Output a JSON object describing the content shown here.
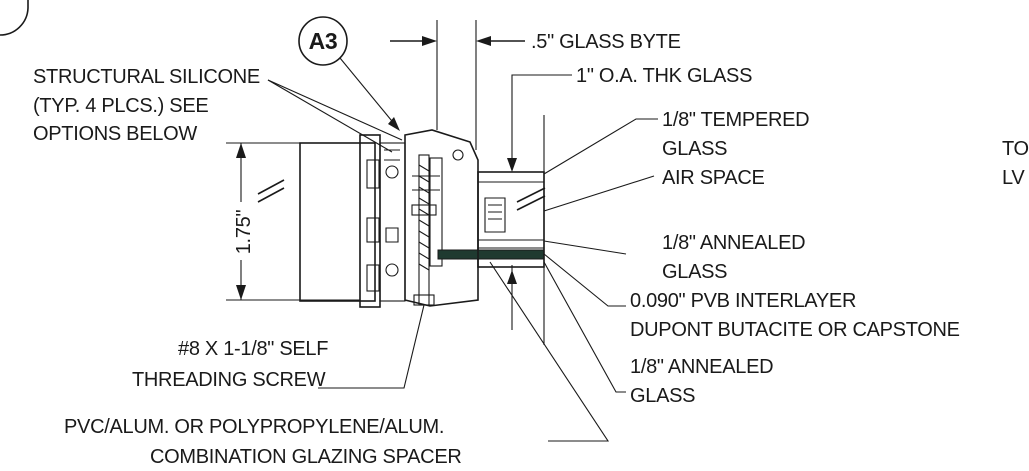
{
  "detail_marker": "A3",
  "dimension": "1.75\"",
  "labels": {
    "glass_byte": ".5\" GLASS BYTE",
    "oa_thk_glass": "1\" O.A. THK GLASS",
    "structural_silicone": [
      "STRUCTURAL SILICONE",
      "(TYP. 4 PLCS.) SEE",
      "OPTIONS BELOW"
    ],
    "tempered_glass": [
      "1/8\" TEMPERED",
      "GLASS"
    ],
    "air_space": "AIR SPACE",
    "annealed_glass_top": [
      "1/8\" ANNEALED",
      "GLASS"
    ],
    "pvb_interlayer": [
      "0.090\" PVB INTERLAYER",
      "DUPONT BUTACITE OR CAPSTONE"
    ],
    "annealed_glass_bottom": [
      "1/8\" ANNEALED",
      "GLASS"
    ],
    "screw": [
      "#8 X 1-1/8\" SELF",
      "THREADING SCREW"
    ],
    "spacer": [
      "PVC/ALUM. OR POLYPROPYLENE/ALUM.",
      "COMBINATION GLAZING SPACER"
    ],
    "cut_off_right": [
      "TO",
      "LV"
    ]
  }
}
